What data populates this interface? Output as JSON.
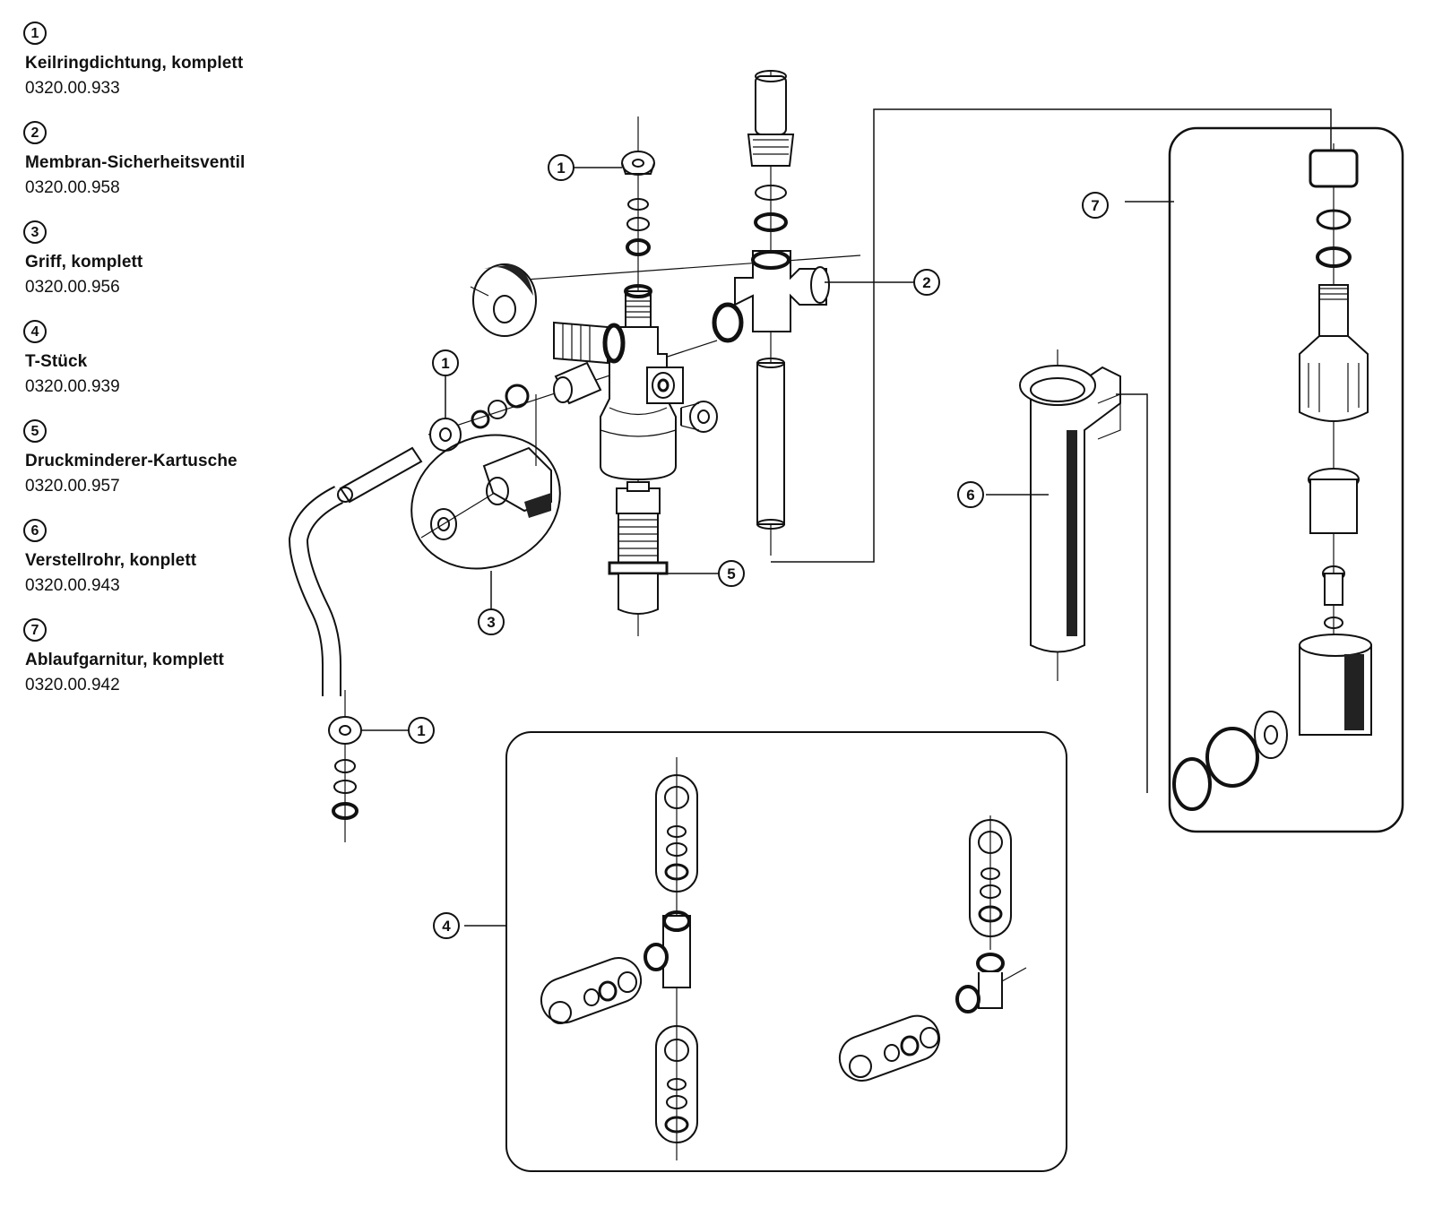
{
  "legend": [
    {
      "num": "1",
      "name": "Keilringdichtung, komplett",
      "code": "0320.00.933"
    },
    {
      "num": "2",
      "name": "Membran-Sicherheitsventil",
      "code": "0320.00.958"
    },
    {
      "num": "3",
      "name": "Griff, komplett",
      "code": "0320.00.956"
    },
    {
      "num": "4",
      "name": "T-Stück",
      "code": "0320.00.939"
    },
    {
      "num": "5",
      "name": "Druckminderer-Kartusche",
      "code": "0320.00.957"
    },
    {
      "num": "6",
      "name": "Verstellrohr, konplett",
      "code": "0320.00.943"
    },
    {
      "num": "7",
      "name": "Ablaufgarnitur, komplett",
      "code": "0320.00.942"
    }
  ],
  "callouts": {
    "c1a": "1",
    "c1b": "1",
    "c1c": "1",
    "c2": "2",
    "c3": "3",
    "c4": "4",
    "c5": "5",
    "c6": "6",
    "c7": "7"
  },
  "colors": {
    "line": "#111111",
    "shade": "#222222",
    "background": "#ffffff"
  }
}
